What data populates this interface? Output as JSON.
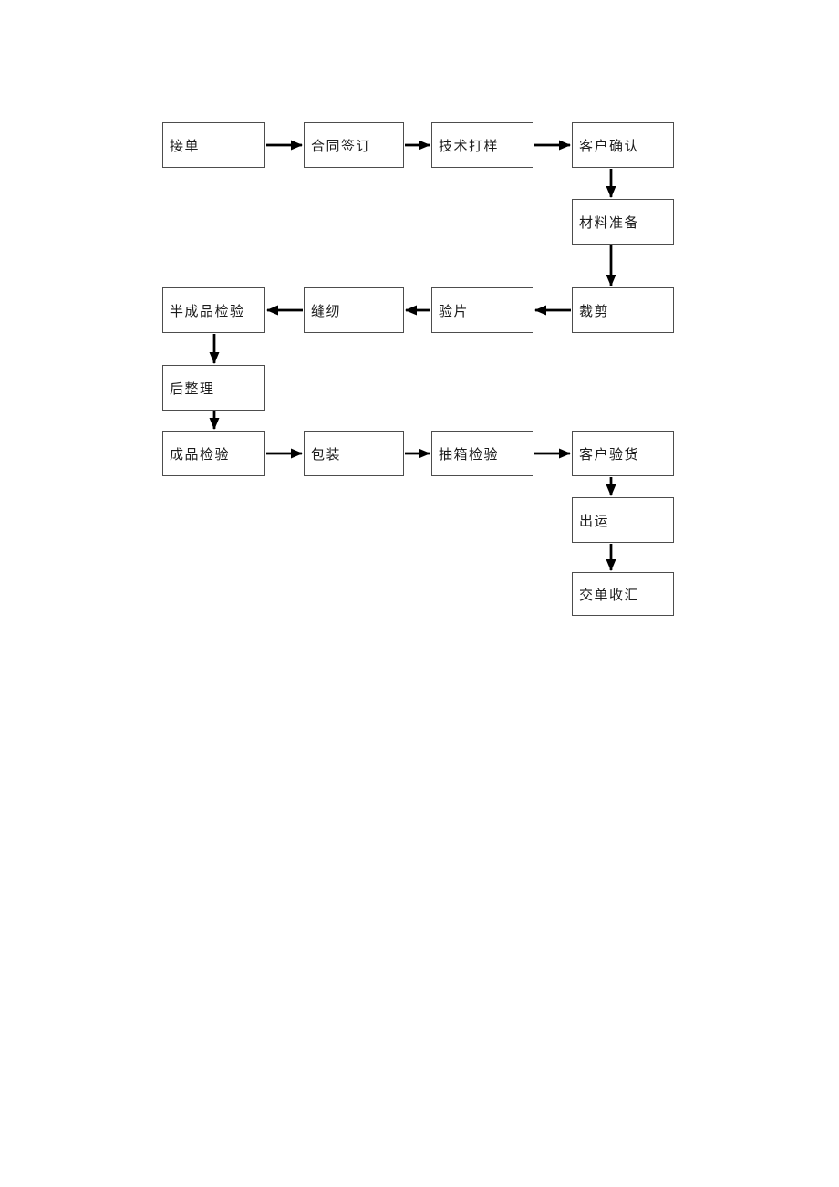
{
  "diagram": {
    "type": "flowchart",
    "colors": {
      "background": "#ffffff",
      "node_border": "#4d4d4d",
      "node_fill": "#ffffff",
      "arrow": "#000000",
      "text": "#1c1c1c"
    },
    "nodes": [
      {
        "id": "receive-order",
        "label": "接单"
      },
      {
        "id": "contract-signing",
        "label": "合同签订"
      },
      {
        "id": "technical-sampling",
        "label": "技术打样"
      },
      {
        "id": "customer-confirmation",
        "label": "客户确认"
      },
      {
        "id": "material-preparation",
        "label": "材料准备"
      },
      {
        "id": "cutting",
        "label": "裁剪"
      },
      {
        "id": "piece-inspection",
        "label": "验片"
      },
      {
        "id": "sewing",
        "label": "缝纫"
      },
      {
        "id": "semi-finished-inspection",
        "label": "半成品检验"
      },
      {
        "id": "finishing",
        "label": "后整理"
      },
      {
        "id": "finished-inspection",
        "label": "成品检验"
      },
      {
        "id": "packaging",
        "label": "包装"
      },
      {
        "id": "carton-sampling-inspection",
        "label": "抽箱检验"
      },
      {
        "id": "customer-goods-inspection",
        "label": "客户验货"
      },
      {
        "id": "shipment",
        "label": "出运"
      },
      {
        "id": "document-payment-collection",
        "label": "交单收汇"
      }
    ],
    "edges": [
      {
        "from": "receive-order",
        "to": "contract-signing"
      },
      {
        "from": "contract-signing",
        "to": "technical-sampling"
      },
      {
        "from": "technical-sampling",
        "to": "customer-confirmation"
      },
      {
        "from": "customer-confirmation",
        "to": "material-preparation"
      },
      {
        "from": "material-preparation",
        "to": "cutting"
      },
      {
        "from": "cutting",
        "to": "piece-inspection"
      },
      {
        "from": "piece-inspection",
        "to": "sewing"
      },
      {
        "from": "sewing",
        "to": "semi-finished-inspection"
      },
      {
        "from": "semi-finished-inspection",
        "to": "finishing"
      },
      {
        "from": "finishing",
        "to": "finished-inspection"
      },
      {
        "from": "finished-inspection",
        "to": "packaging"
      },
      {
        "from": "packaging",
        "to": "carton-sampling-inspection"
      },
      {
        "from": "carton-sampling-inspection",
        "to": "customer-goods-inspection"
      },
      {
        "from": "customer-goods-inspection",
        "to": "shipment"
      },
      {
        "from": "shipment",
        "to": "document-payment-collection"
      }
    ]
  }
}
